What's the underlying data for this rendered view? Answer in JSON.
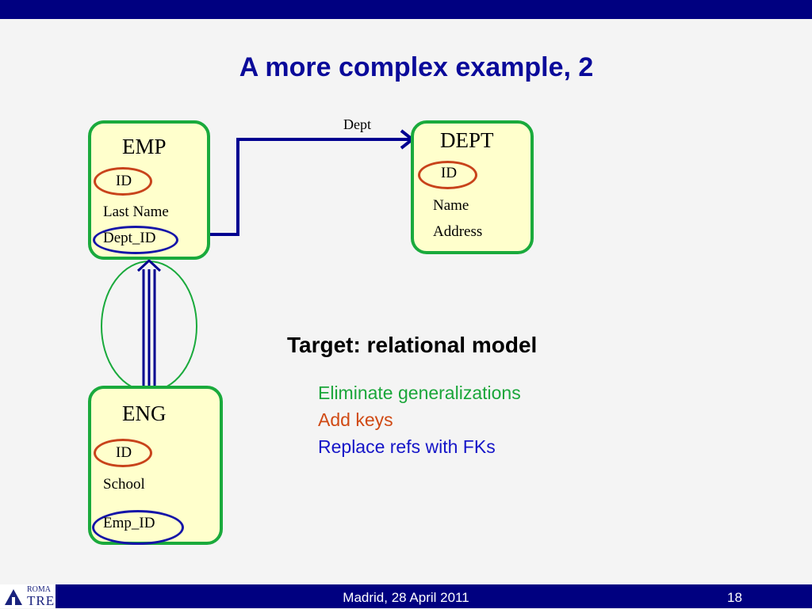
{
  "slide": {
    "title": "A more complex example, 2"
  },
  "entities": {
    "emp": {
      "name": "EMP",
      "attributes": [
        "ID",
        "Last Name",
        "Dept_ID"
      ]
    },
    "dept": {
      "name": "DEPT",
      "attributes": [
        "ID",
        "Name",
        "Address"
      ]
    },
    "eng": {
      "name": "ENG",
      "attributes": [
        "ID",
        "School",
        "Emp_ID"
      ]
    }
  },
  "relationship": {
    "label": "Dept"
  },
  "target": {
    "heading": "Target: relational model",
    "steps": [
      "Eliminate generalizations",
      "Add keys",
      "Replace refs with FKs"
    ]
  },
  "colors": {
    "entity_border": "#1aaa3c",
    "entity_fill": "#ffffcc",
    "key_oval": "#c8431b",
    "fk_oval": "#1515a8",
    "bar": "#000080"
  },
  "footer": {
    "text": "Madrid, 28 April 2011",
    "page": "18",
    "logo_line1": "ROMA",
    "logo_line2": "TRE"
  }
}
